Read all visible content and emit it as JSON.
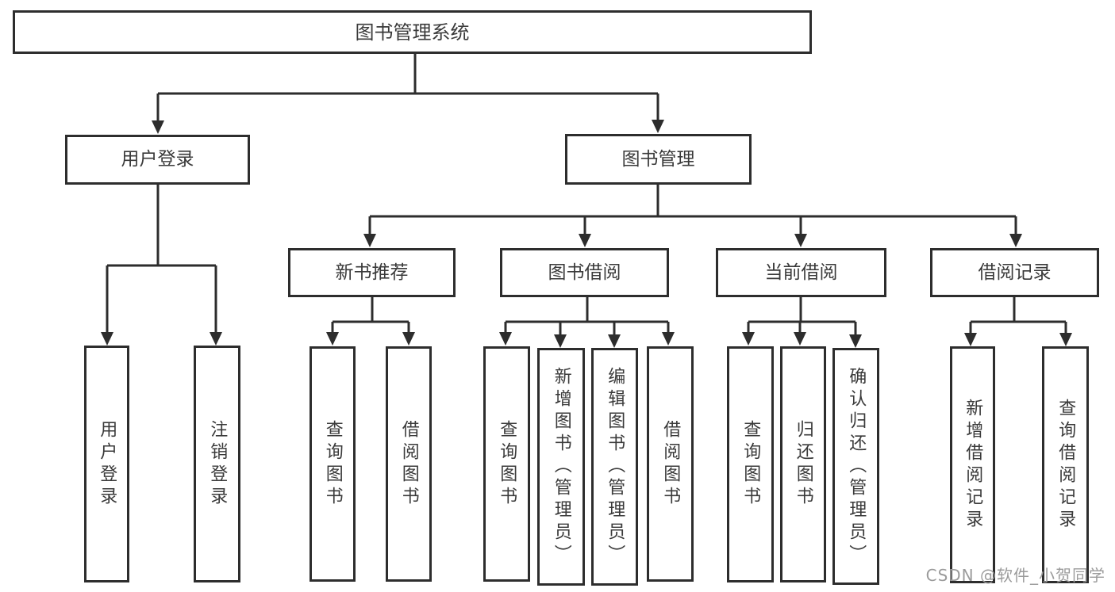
{
  "diagram": {
    "nodes": {
      "root": "图书管理系统",
      "user_login": "用户登录",
      "book_mgmt": "图书管理",
      "new_book_rec": "新书推荐",
      "book_borrow": "图书借阅",
      "current_borrow": "当前借阅",
      "borrow_records": "借阅记录",
      "leaves": {
        "user_login": [
          "用户登录",
          "注销登录"
        ],
        "new_book_rec": [
          "查询图书",
          "借阅图书"
        ],
        "book_borrow": [
          "查询图书",
          "新增图书（管理员）",
          "编辑图书（管理员）",
          "借阅图书"
        ],
        "current_borrow": [
          "查询图书",
          "归还图书",
          "确认归还（管理员）"
        ],
        "borrow_records": [
          "新增借阅记录",
          "查询借阅记录"
        ]
      }
    },
    "colors": {
      "line": "#2d2d2d",
      "text": "#3a3a3a",
      "watermark": "#9b9b9b",
      "background": "#ffffff"
    },
    "watermark": "CSDN @软件_小贺同学"
  }
}
